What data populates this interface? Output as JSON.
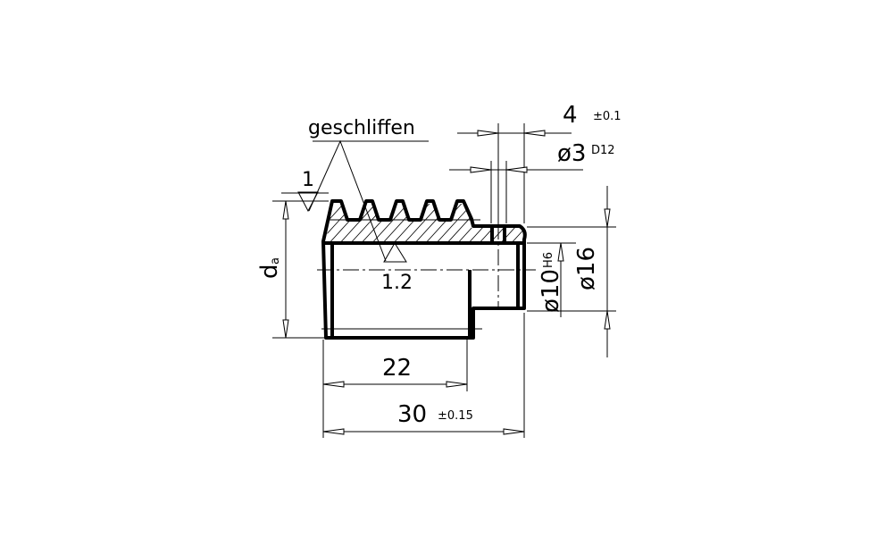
{
  "drawing": {
    "surface_note": "geschliffen",
    "roughness_1": "1",
    "roughness_2": "1.2",
    "dim_da": "d",
    "dim_da_sub": "a",
    "dim_4": "4",
    "dim_4_tol": "±0.1",
    "dim_d3": "ø3",
    "dim_d3_tol": "D12",
    "dim_d10": "ø10",
    "dim_d10_tol": "H6",
    "dim_d16": "ø16",
    "dim_22": "22",
    "dim_30": "30",
    "dim_30_tol": "±0.15"
  }
}
